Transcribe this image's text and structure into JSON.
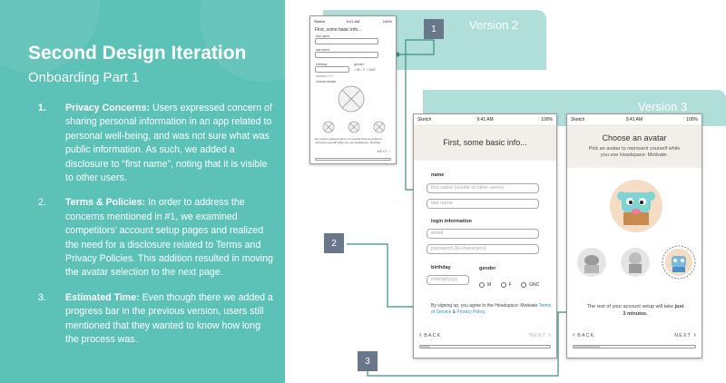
{
  "slide": {
    "title": "Second Design Iteration",
    "subtitle": "Onboarding Part 1",
    "points": [
      {
        "num": "1.",
        "lead": "Privacy Concerns:",
        "text": " Users expressed concern of sharing personal information in an app related to personal well-being, and was not sure what was public information. As such, we added a disclosure to “first name”, noting that it is visible to other users."
      },
      {
        "num": "2.",
        "lead": "Terms & Policies:",
        "text": " In order to address the concerns mentioned in #1, we examined competitors’ account setup pages and realized the need for a disclosure related to Terms and Privacy Policies. This addition resulted in moving the avatar selection to the next page."
      },
      {
        "num": "3.",
        "lead": "Estimated Time:",
        "text": " Even though there we added a progress bar in the previous version, users still mentioned that they wanted to know how long the process was."
      }
    ]
  },
  "versions": {
    "v2": "Version 2",
    "v3": "Version 3"
  },
  "callouts": [
    "1",
    "2",
    "3"
  ],
  "status": {
    "carrier": "Sketch",
    "time": "9:41 AM",
    "battery": "100%"
  },
  "v2_phone": {
    "title": "First, some basic info...",
    "first_name": "first name",
    "last_name": "last name",
    "birthday": "birthday",
    "gender": "gender",
    "birthday_value": "MM/DD/YYYY",
    "genders": [
      "M",
      "F",
      "GNC"
    ],
    "choose_avatar": "choose avatar",
    "note": "No need to upload a photo of yourself! Pick an avatar to represent yourself while you use Headspace: Motivate.",
    "next": "NEXT"
  },
  "form_phone": {
    "title": "First, some basic info...",
    "name_label": "name",
    "first_placeholder": "first name (visible to other users)",
    "last_placeholder": "last name",
    "login_label": "login information",
    "email_placeholder": "email",
    "password_placeholder": "password (8+characters)",
    "birthday_label": "birthday",
    "birthday_placeholder": "mm/dd/yyyy",
    "gender_label": "gender",
    "genders": [
      "M",
      "F",
      "GNC"
    ],
    "terms_prefix": "By signing up, you agree to the Headspace: Motivate ",
    "terms_link": "Terms of Service",
    "terms_and": " & ",
    "privacy_link": "Privacy Policy",
    "terms_end": ".",
    "back": "BACK",
    "next": "NEXT"
  },
  "avatar_phone": {
    "title": "Choose an avatar",
    "subtitle": "Pick an avatar to represent yourself while you use Headspace: Motivate.",
    "time_prefix": "The rest of your account setup will take ",
    "time_bold": "just 3 minutes.",
    "back": "BACK",
    "next": "NEXT"
  },
  "colors": {
    "teal": "#5cc1b7",
    "light_teal": "#b0dfda",
    "line": "#3a8f86",
    "callout": "#69778a",
    "link": "#2f8fb0"
  }
}
